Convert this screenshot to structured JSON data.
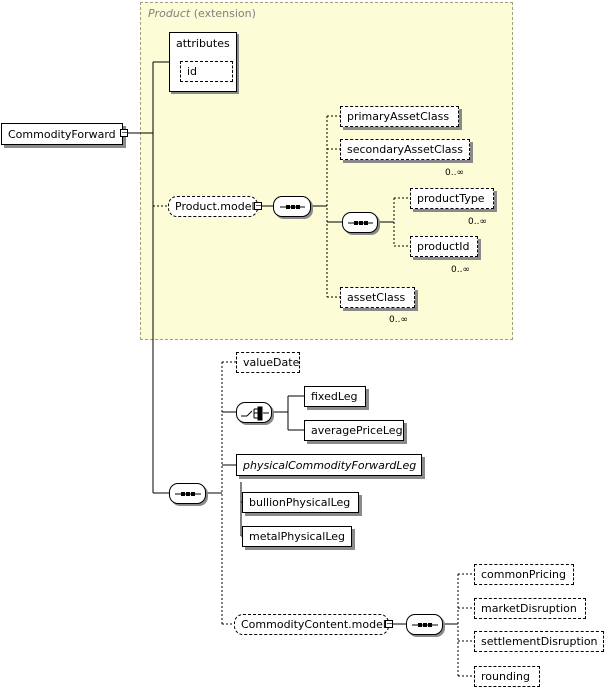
{
  "extension": {
    "base": "Product",
    "suffix": " (extension)"
  },
  "root": "CommodityForward",
  "attributes": {
    "label": "attributes",
    "id": "id"
  },
  "product_model": {
    "name": "Product.model",
    "items": [
      "primaryAssetClass",
      "secondaryAssetClass",
      "productType",
      "productId",
      "assetClass"
    ],
    "cardinalities": [
      "0..∞",
      "0..∞",
      "0..∞",
      "0..∞"
    ]
  },
  "main_sequence": {
    "value_date": "valueDate",
    "choice": [
      "fixedLeg",
      "averagePriceLeg"
    ],
    "physical_leg": "physicalCommodityForwardLeg",
    "physical_subs": [
      "bullionPhysicalLeg",
      "metalPhysicalLeg"
    ]
  },
  "commodity_content": {
    "name": "CommodityContent.model",
    "items": [
      "commonPricing",
      "marketDisruption",
      "settlementDisruption",
      "rounding"
    ]
  }
}
